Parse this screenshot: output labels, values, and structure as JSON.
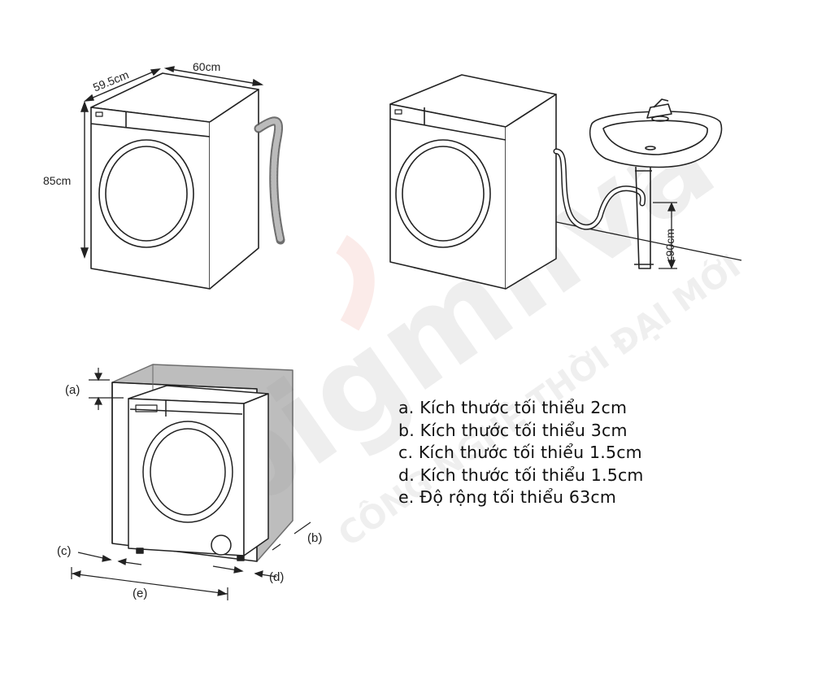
{
  "top_left_dimensions": {
    "depth": "59.5cm",
    "width": "60cm",
    "height": "85cm"
  },
  "drain_height": "≤90cm",
  "clearance_markers": {
    "a": "(a)",
    "b": "(b)",
    "c": "(c)",
    "d": "(d)",
    "e": "(e)"
  },
  "notes": [
    "a. Kích thước tối thiểu 2cm",
    "b. Kích thước tối thiểu 3cm",
    "c. Kích thước tối thiểu 1.5cm",
    "d. Kích thước tối thiểu 1.5cm",
    "e. Độ rộng tối thiểu 63cm"
  ],
  "watermark": {
    "logo": "bigmilva",
    "slogan": "CÔNG NGHỆ THỜI ĐẠI MỚI",
    "colors": {
      "gray": "#dcdcdc",
      "accent": "#f6d3cf"
    }
  }
}
